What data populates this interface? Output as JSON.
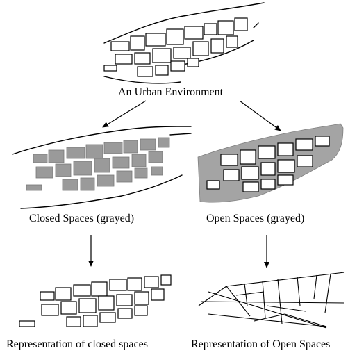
{
  "labels": {
    "top": "An Urban Environment",
    "closed": "Closed Spaces (grayed)",
    "open": "Open Spaces (grayed)",
    "closed_repr": "Representation of closed spaces",
    "open_repr": "Representation of Open Spaces"
  },
  "colors": {
    "ink": "#000000",
    "gray_fill": "#9a9a9a",
    "background": "#ffffff"
  }
}
